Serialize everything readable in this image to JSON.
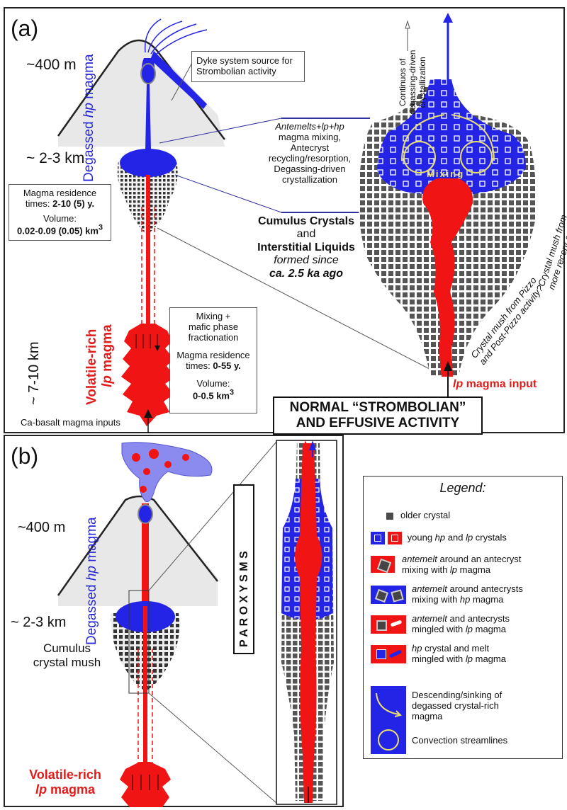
{
  "panel_a": {
    "label": "(a)",
    "depth_400m": "~400 m",
    "depth_2_3km": "~ 2-3 km",
    "depth_7_10km": "~ 7-10 km",
    "degassed_prefix": "Degassed ",
    "degassed_hp": "hp",
    "degassed_suffix": " magma",
    "volatile_rich": "Volatile-rich",
    "lp_magma_lp": "lp",
    "lp_magma_suffix": " magma",
    "dyke_note_1": "Dyke system source for",
    "dyke_note_2": "Strombolian activity",
    "res_box_1": "Magma residence",
    "res_box_2_pre": "times: ",
    "res_box_2_val": "2-10 (5) y.",
    "res_box_3": "Volume:",
    "res_box_4": "0.02-0.09 (0.05) km",
    "res_box_4_sup": "3",
    "deep_box_1": "Mixing +",
    "deep_box_2": "mafic phase",
    "deep_box_3": "fractionation",
    "deep_box_4": "Magma residence",
    "deep_box_5_pre": "times: ",
    "deep_box_5_val": "0-55 y.",
    "deep_box_6": "Volume:",
    "deep_box_7": "0-0.5 km",
    "deep_box_7_sup": "3",
    "ca_basalt": "Ca-basalt magma inputs",
    "mix_note_1": "Antemelts+lp+hp",
    "mix_note_2": "magma mixing,",
    "mix_note_3": "Antecryst",
    "mix_note_4": "recycling/resorption,",
    "mix_note_5": "Degassing-driven",
    "mix_note_6": "crystallization",
    "cumulus_1": "Cumulus Crystals",
    "cumulus_2": "and",
    "cumulus_3": "Interstitial Liquids",
    "cumulus_4": "formed since",
    "cumulus_5": "ca. 2.5 ka ago",
    "continuous_1": "Continuos of",
    "continuous_2": "degassing-driven",
    "continuous_3": "crystallization",
    "mixing_word": "Mixing",
    "mush_recent_1": "Crystal mush from",
    "mush_recent_2": "more recent activity?",
    "mush_pizzo_1": "Crystal mush from Pizzo",
    "mush_pizzo_2": "and Post-Pizzo activity?",
    "lp_input_lp": "lp",
    "lp_input_suffix": " magma input",
    "normal_title_1": "NORMAL “STROMBOLIAN”",
    "normal_title_2": "AND EFFUSIVE ACTIVITY"
  },
  "panel_b": {
    "label": "(b)",
    "depth_400m": "~400 m",
    "depth_2_3km": "~ 2-3 km",
    "degassed_prefix": "Degassed ",
    "degassed_hp": "hp",
    "degassed_suffix": " magma",
    "cumulus_1": "Cumulus",
    "cumulus_2": "crystal mush",
    "volatile_rich": "Volatile-rich",
    "lp_magma_lp": "lp",
    "lp_magma_suffix": " magma",
    "paroxysms": "P A R O X Y S M S"
  },
  "legend": {
    "title": "Legend:",
    "items": [
      {
        "pre": "",
        "em": "",
        "post": "older crystal"
      },
      {
        "pre": "young ",
        "em": "hp",
        "mid": " and ",
        "em2": "lp",
        "post": " crystals"
      },
      {
        "pre": "",
        "em": "antemelt",
        "post": " around an antecryst",
        "line2": "mixing with ",
        "line2_em": "lp",
        "line2_post": " magma"
      },
      {
        "pre": "",
        "em": "antemelt",
        "post": " around antecrysts",
        "line2": "mixing with ",
        "line2_em": "hp",
        "line2_post": " magma"
      },
      {
        "pre": "",
        "em": "antemelt",
        "post": " and antecrysts",
        "line2": "mingled with ",
        "line2_em": "lp",
        "line2_post": " magma"
      },
      {
        "pre": "",
        "em": "hp",
        "post": " crystal and melt",
        "line2": "mingled with ",
        "line2_em": "lp",
        "line2_post": " magma"
      },
      {
        "pre": "",
        "em": "",
        "post": "Descending/sinking of",
        "line2": "degassed crystal-rich",
        "line3": "magma"
      },
      {
        "pre": "",
        "em": "",
        "post": "Convection streamlines"
      }
    ]
  },
  "colors": {
    "hp_blue": "#2424e6",
    "lp_red": "#f01414",
    "cone_grey": "#e8e8e8",
    "crystal_grey": "#4a4a4a",
    "arrow_yellow": "#e8e070"
  }
}
